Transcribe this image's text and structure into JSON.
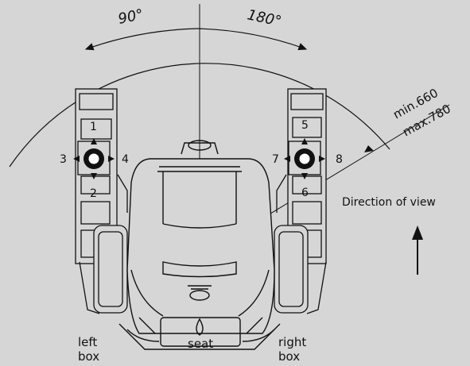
{
  "angles": {
    "left": "90°",
    "right": "180°"
  },
  "reach": {
    "min": "min.660",
    "max": "max.780"
  },
  "direction_label": "Direction of view",
  "positions": [
    "1",
    "2",
    "3",
    "4",
    "5",
    "6",
    "7",
    "8"
  ],
  "boxes": {
    "left_line1": "left",
    "left_line2": "box",
    "seat": "seat",
    "right_line1": "right",
    "right_line2": "box"
  }
}
